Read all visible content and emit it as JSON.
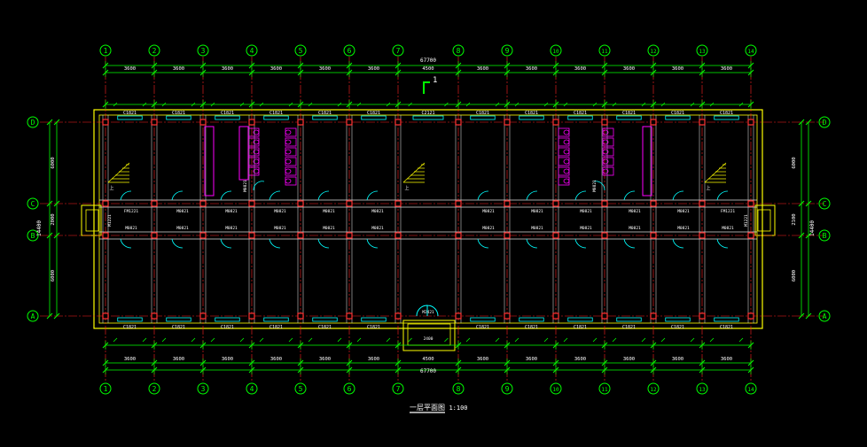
{
  "colors": {
    "background": "#000000",
    "dimension": "#00ff00",
    "wall": "#ffff00",
    "column": "#ff3333",
    "axis": "#ff2222",
    "window": "#00ffff",
    "door": "#00ffff",
    "label": "#ffffff",
    "fixture": "#ff00ff"
  },
  "grid_columns": [
    "1",
    "2",
    "3",
    "4",
    "5",
    "6",
    "7",
    "8",
    "9",
    "10",
    "11",
    "12",
    "13",
    "14"
  ],
  "grid_rows": [
    "D",
    "C",
    "B",
    "A"
  ],
  "overall_length": "67700",
  "bay_dims_top": [
    "3600",
    "3600",
    "3600",
    "3600",
    "3600",
    "3600",
    "4500",
    "3600",
    "3600",
    "3600",
    "3600",
    "3600",
    "3600"
  ],
  "bay_dims_bottom": [
    "3600",
    "3600",
    "3600",
    "3600",
    "3600",
    "3600",
    "4500",
    "3600",
    "3600",
    "3600",
    "3600",
    "3600",
    "3600"
  ],
  "left_dims": [
    "6000",
    "2000",
    "6000"
  ],
  "left_total": "14400",
  "right_dims": [
    "6000",
    "2100",
    "6000"
  ],
  "right_total": "14400",
  "section_mark": "1",
  "title": "一层平面图",
  "scale": "1:100",
  "labels": {
    "windows_top": [
      "C1821",
      "C1821",
      "C1821",
      "C1821",
      "C1821",
      "C1821",
      "C2121",
      "C1821",
      "C1821",
      "C1821",
      "C1821",
      "C1821",
      "C1821"
    ],
    "windows_bottom": [
      "C1821",
      "C1821",
      "C1821",
      "C1821",
      "C1821",
      "C1821",
      "C1821",
      "C1821",
      "C1821",
      "C1821",
      "C1821",
      "C1821"
    ],
    "doors_corridor_top": [
      "FM1221",
      "M0821",
      "M0821",
      "M0821",
      "M0821",
      "M0821",
      "M0821",
      "M0821",
      "M0821",
      "M0821",
      "M0821",
      "FM1221"
    ],
    "doors_corridor_bottom": [
      "M0821",
      "M0821",
      "M0821",
      "M0821",
      "M0821",
      "M0821",
      "M0821",
      "M0821",
      "M0821",
      "M0821",
      "M0821",
      "M0821"
    ],
    "entrance_door": "M2421",
    "entrance_width": "2400",
    "stair_up": "上",
    "toilet_door": "M0821",
    "side_door": "M1221"
  }
}
